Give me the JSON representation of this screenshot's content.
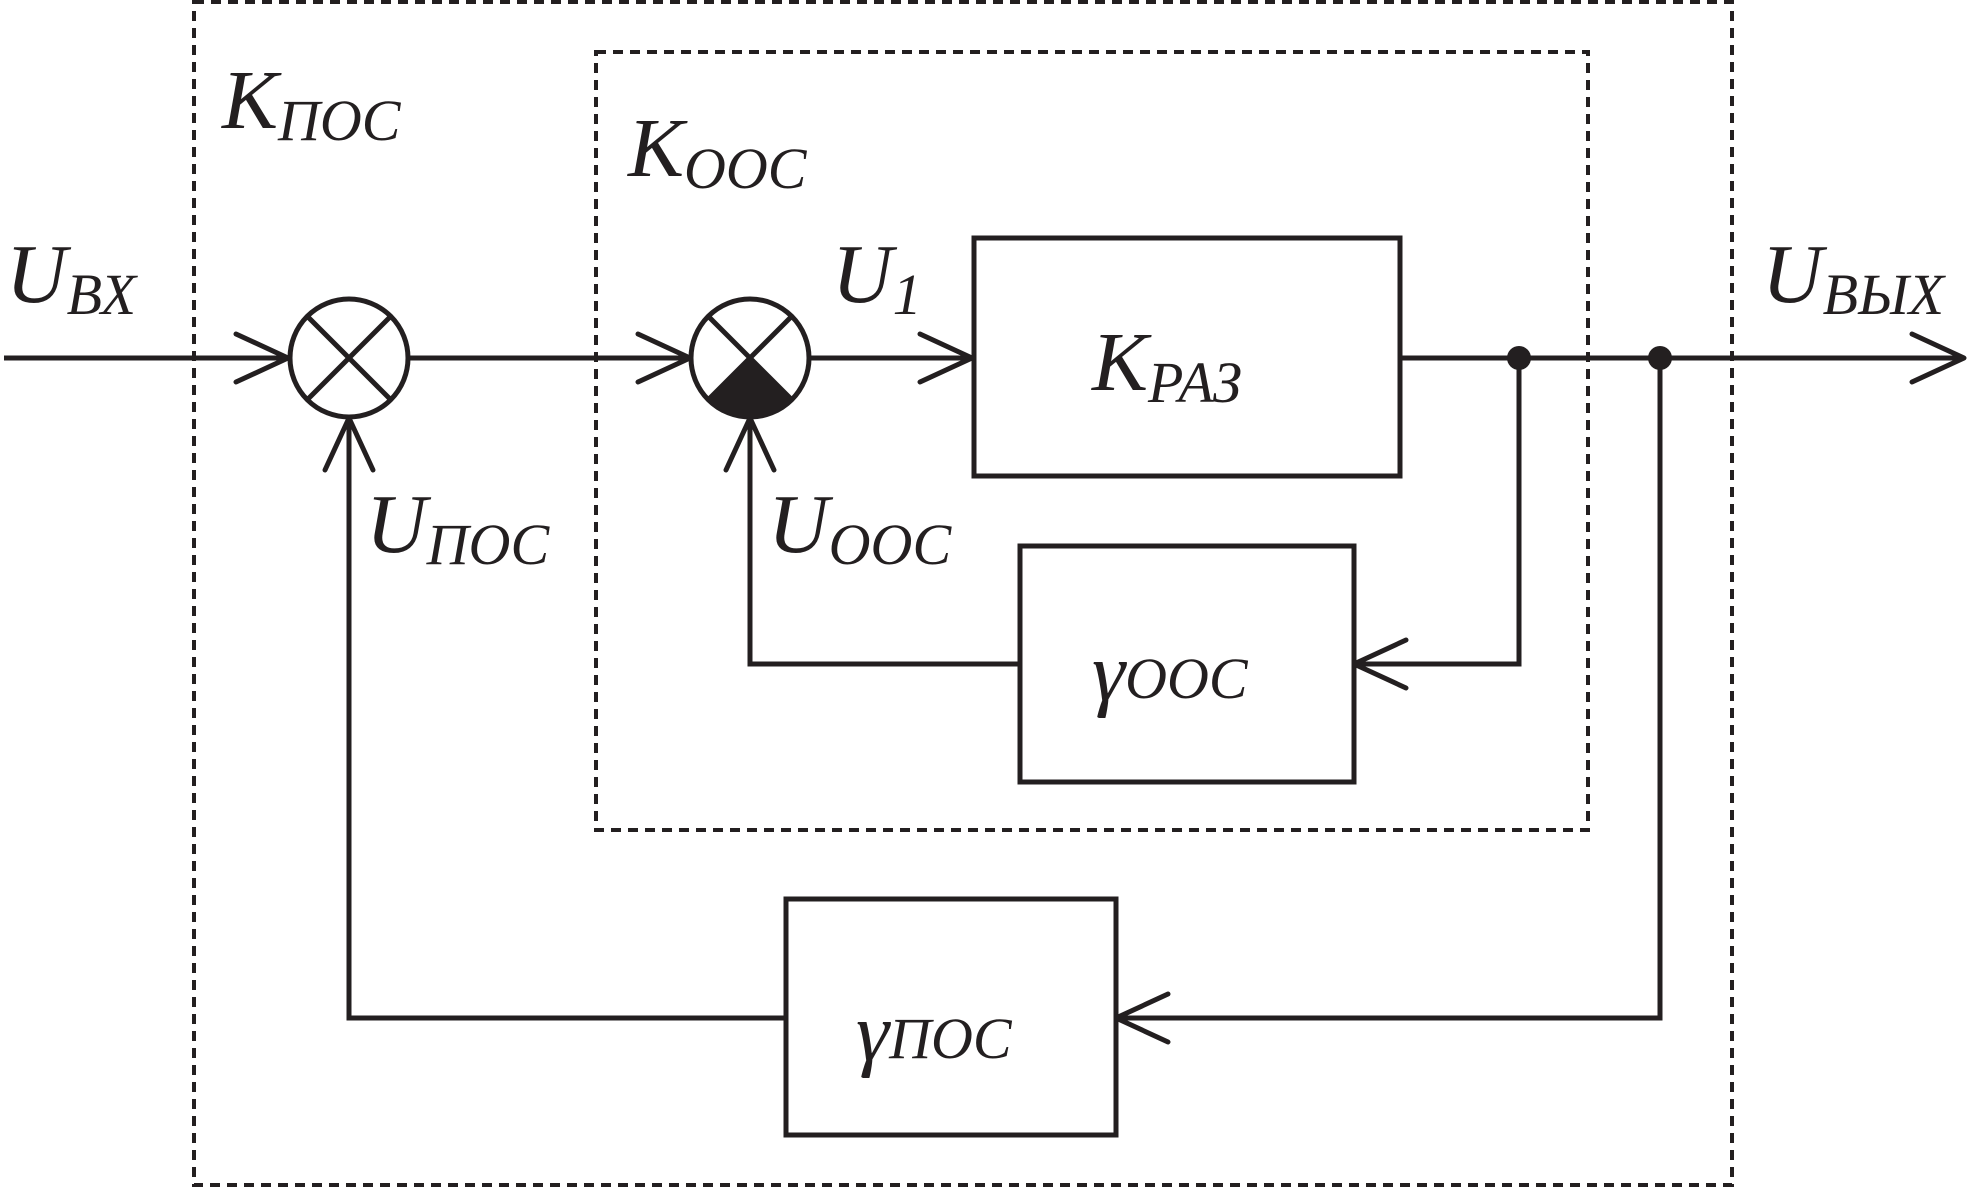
{
  "diagram": {
    "labels": {
      "k_pos": {
        "main": "K",
        "sub": "ПОС"
      },
      "k_oos": {
        "main": "K",
        "sub": "ООС"
      },
      "u_vx": {
        "main": "U",
        "sub": "ВХ"
      },
      "u_1": {
        "main": "U",
        "sub": "1"
      },
      "u_vyx": {
        "main": "U",
        "sub": "ВЫХ"
      },
      "u_pos": {
        "main": "U",
        "sub": "ПОС"
      },
      "u_oos": {
        "main": "U",
        "sub": "ООС"
      }
    },
    "blocks": {
      "k_raz": {
        "main": "K",
        "sub": "РАЗ"
      },
      "gamma_oos": {
        "main": "γ",
        "sub": "ООС"
      },
      "gamma_pos": {
        "main": "γ",
        "sub": "ПОС"
      }
    },
    "summers": [
      {
        "id": "summer-outer",
        "inverting_input": false
      },
      {
        "id": "summer-inner",
        "inverting_input": true
      }
    ]
  }
}
